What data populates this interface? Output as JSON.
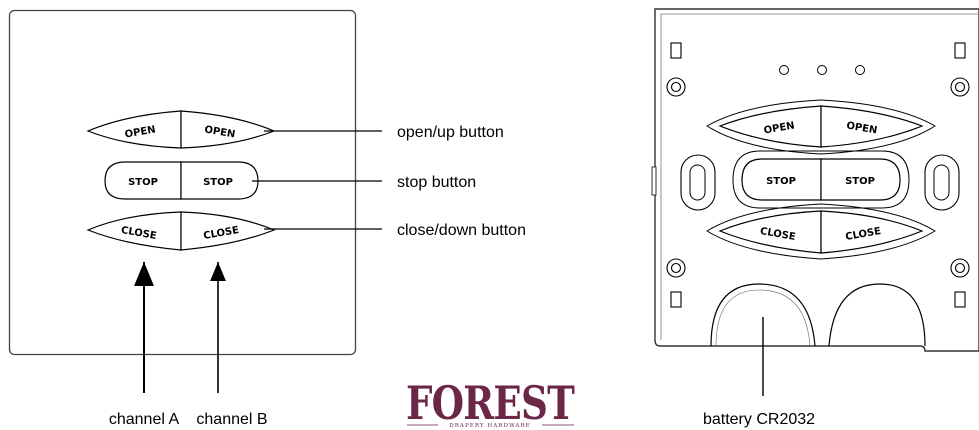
{
  "remote_front": {
    "buttons": {
      "open_a": "OPEN",
      "open_b": "OPEN",
      "stop_a": "STOP",
      "stop_b": "STOP",
      "close_a": "CLOSE",
      "close_b": "CLOSE"
    },
    "callouts": {
      "open": "open/up button",
      "stop": "stop button",
      "close": "close/down button",
      "channel_a": "channel A",
      "channel_b": "channel B"
    }
  },
  "remote_back": {
    "buttons": {
      "open_a": "OPEN",
      "open_b": "OPEN",
      "stop_a": "STOP",
      "stop_b": "STOP",
      "close_a": "CLOSE",
      "close_b": "CLOSE"
    },
    "callouts": {
      "battery": "battery CR2032"
    }
  },
  "logo": {
    "name": "FOREST",
    "tagline": "DRAPERY HARDWARE"
  }
}
